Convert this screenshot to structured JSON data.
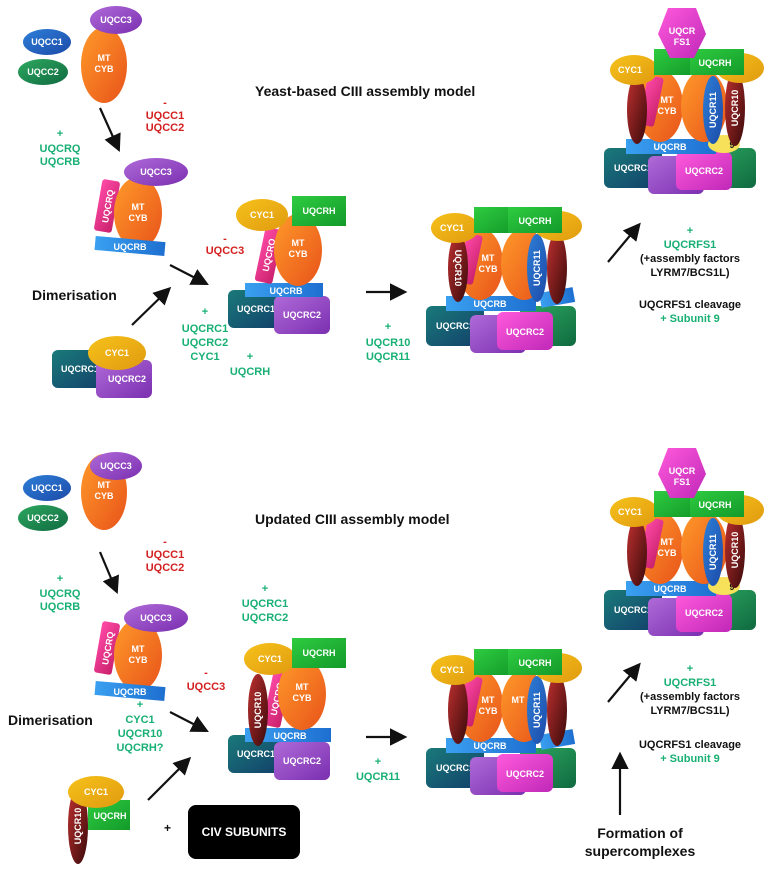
{
  "titles": {
    "top": "Yeast-based CIII assembly model",
    "bottom": "Updated CIII assembly model"
  },
  "subunits": {
    "uqcc1": "UQCC1",
    "uqcc2": "UQCC2",
    "uqcc3": "UQCC3",
    "mt": "MT",
    "cyb": "CYB",
    "mt_cyb_partial": "MT",
    "uqcrq": "UQCRQ",
    "uqcrb": "UQCRB",
    "cyc1": "CYC1",
    "uqcrc1": "UQCRC1",
    "uqcrc2": "UQCRC2",
    "uqcrh": "UQCRH",
    "uqcr10": "UQCR10",
    "uqcr11": "UQCR11",
    "uqcrfs1_a": "UQCR",
    "uqcrfs1_b": "FS1",
    "sub9": "9"
  },
  "top": {
    "minus1": "-",
    "minus1_a": "UQCC1",
    "minus1_b": "UQCC2",
    "plus1": "+",
    "plus1_a": "UQCRQ",
    "plus1_b": "UQCRB",
    "dimerisation": "Dimerisation",
    "minus2": "-",
    "minus2_a": "UQCC3",
    "plus2": "+",
    "plus2_a": "UQCRC1",
    "plus2_b": "UQCRC2",
    "plus2_c": "CYC1",
    "plus3": "+",
    "plus3_a": "UQCRH",
    "plus4": "+",
    "plus4_a": "UQCR10",
    "plus4_b": "UQCR11",
    "plus5": "+",
    "plus5_a": "UQCRFS1",
    "plus5_b": "(+assembly factors",
    "plus5_c": "LYRM7/BCS1L)",
    "cleavage": "UQCRFS1 cleavage",
    "plus6": "+ Subunit 9"
  },
  "bottom": {
    "minus1": "-",
    "minus1_a": "UQCC1",
    "minus1_b": "UQCC2",
    "plus1": "+",
    "plus1_a": "UQCRQ",
    "plus1_b": "UQCRB",
    "plus_c": "+",
    "plus_c_a": "UQCRC1",
    "plus_c_b": "UQCRC2",
    "minus2": "-",
    "minus2_a": "UQCC3",
    "dimerisation": "Dimerisation",
    "plus2": "+",
    "plus2_a": "CYC1",
    "plus2_b": "UQCR10",
    "plus2_c": "UQCRH?",
    "plus3": "+",
    "plus3_a": "UQCR11",
    "civ_plus": "+",
    "civ": "CIV SUBUNITS",
    "plus5": "+",
    "plus5_a": "UQCRFS1",
    "plus5_b": "(+assembly factors",
    "plus5_c": "LYRM7/BCS1L)",
    "cleavage": "UQCRFS1 cleavage",
    "plus6": "+ Subunit 9",
    "supercomplexes_a": "Formation of",
    "supercomplexes_b": "supercomplexes"
  }
}
